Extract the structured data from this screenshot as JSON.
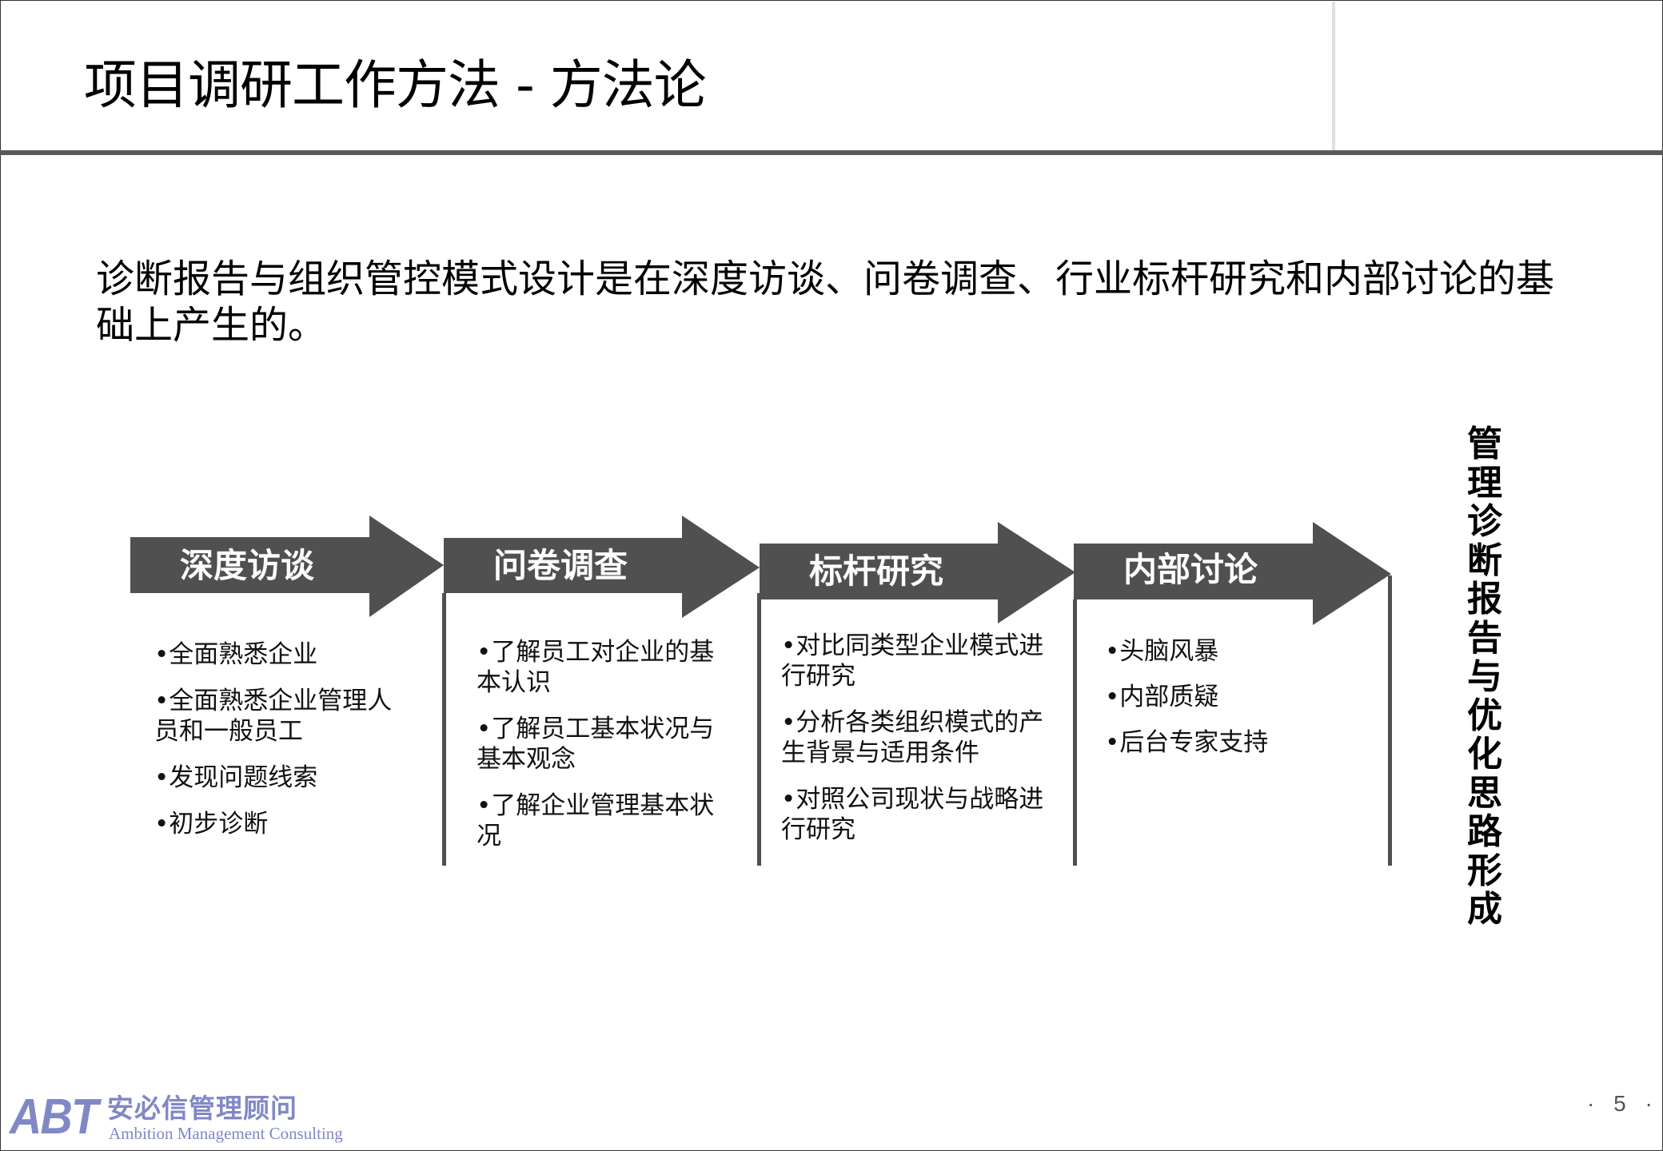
{
  "slide": {
    "title": "项目调研工作方法 - 方法论",
    "intro": "诊断报告与组织管控模式设计是在深度访谈、问卷调查、行业标杆研究和内部讨论的基础上产生的。",
    "page_number": "· 5 ·"
  },
  "colors": {
    "arrow_fill": "#505050",
    "arrow_text": "#ffffff",
    "header_rule": "#5a5a5a",
    "logo": "#8088c6"
  },
  "steps": [
    {
      "label": "深度访谈",
      "bullets": [
        "•全面熟悉企业",
        "•全面熟悉企业管理人员和一般员工",
        "•发现问题线索",
        "•初步诊断"
      ]
    },
    {
      "label": "问卷调查",
      "bullets": [
        "•了解员工对企业的基本认识",
        "•了解员工基本状况与基本观念",
        "•了解企业管理基本状况"
      ]
    },
    {
      "label": "标杆研究",
      "bullets": [
        "•对比同类型企业模式进行研究",
        "•分析各类组织模式的产生背景与适用条件",
        "•对照公司现状与战略进行研究"
      ]
    },
    {
      "label": "内部讨论",
      "bullets": [
        "•头脑风暴",
        "•内部质疑",
        "•后台专家支持"
      ]
    }
  ],
  "conclusion": "管理诊断报告与优化思路形成",
  "logo": {
    "mark": "ABT",
    "name_cn": "安必信管理顾问",
    "name_en": "Ambition Management Consulting"
  }
}
